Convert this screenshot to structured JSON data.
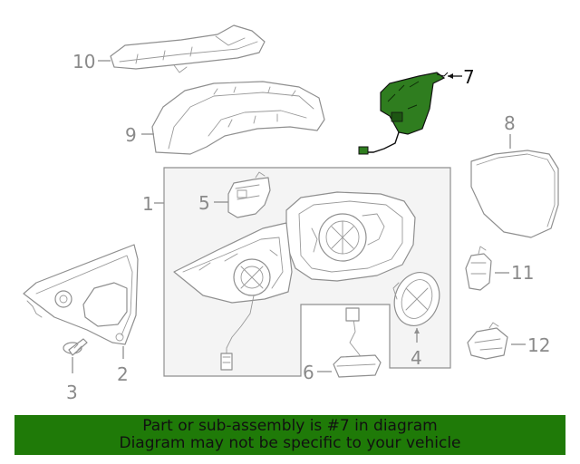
{
  "callouts": {
    "c1": "1",
    "c2": "2",
    "c3": "3",
    "c4": "4",
    "c5": "5",
    "c6": "6",
    "c7": "7",
    "c8": "8",
    "c9": "9",
    "c10": "10",
    "c11": "11",
    "c12": "12"
  },
  "banner": {
    "line1": "Part or sub-assembly is #7 in diagram",
    "line2": "Diagram may not be specific to your vehicle"
  },
  "colors": {
    "banner_bg": "#1f7a08",
    "highlight_part": "#2f7d1f",
    "line_gray": "#8f8f8f"
  }
}
